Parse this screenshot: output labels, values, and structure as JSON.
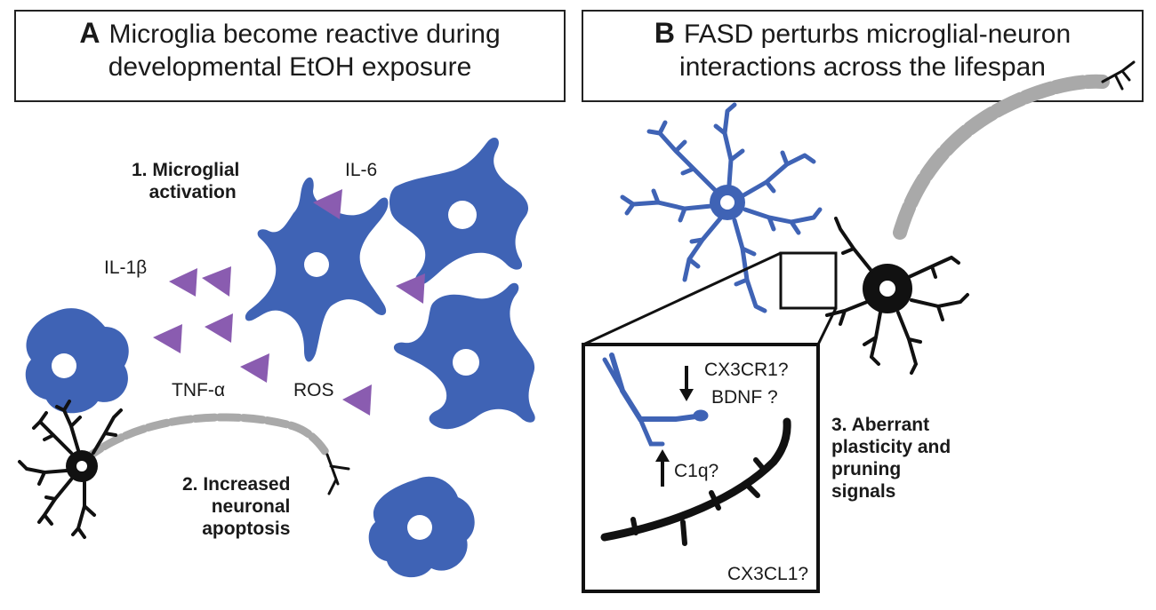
{
  "panels": {
    "a": {
      "letter": "A",
      "line1": "Microglia become reactive during",
      "line2": "developmental EtOH exposure"
    },
    "b": {
      "letter": "B",
      "line1": "FASD perturbs microglial-neuron",
      "line2": "interactions across the lifespan"
    }
  },
  "labels": {
    "step1_line1": "1. Microglial",
    "step1_line2": "activation",
    "step2_line1": "2. Increased",
    "step2_line2": "neuronal",
    "step2_line3": "apoptosis",
    "step3_line1": "3. Aberrant",
    "step3_line2": "plasticity and",
    "step3_line3": "pruning",
    "step3_line4": "signals",
    "il6": "IL-6",
    "il1b": "IL-1β",
    "tnfa": "TNF-α",
    "ros": "ROS",
    "cx3cr1": "CX3CR1?",
    "bdnf": "BDNF ?",
    "c1q": "C1q?",
    "cx3cl1": "CX3CL1?"
  },
  "colors": {
    "microglia": "#3f63b5",
    "cytokine": "#8a5cb0",
    "neuron": "#111111",
    "axon_myelin": "#a9a9a9"
  }
}
